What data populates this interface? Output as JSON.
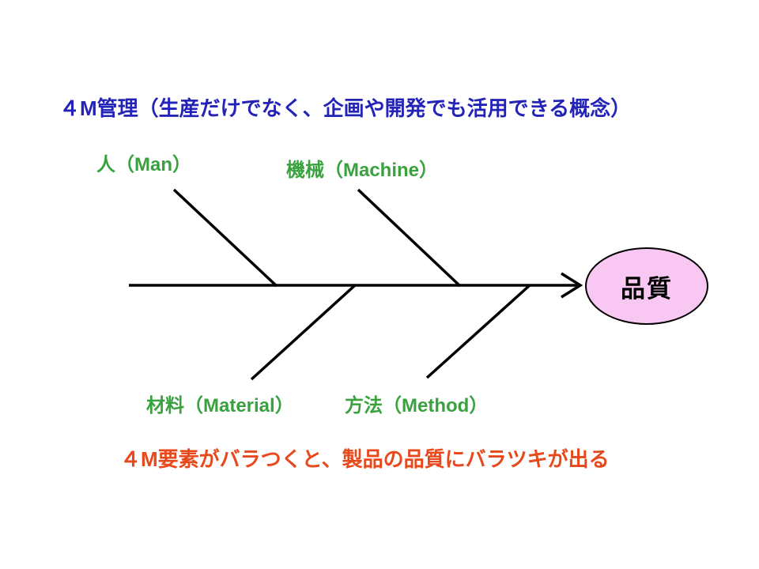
{
  "diagram": {
    "type": "fishbone",
    "title": "４M管理（生産だけでなく、企画や開発でも活用できる概念）",
    "effect": "品質",
    "categories": [
      {
        "id": "man",
        "label": "人（Man）",
        "position": "top-left"
      },
      {
        "id": "machine",
        "label": "機械（Machine）",
        "position": "top-right"
      },
      {
        "id": "material",
        "label": "材料（Material）",
        "position": "bottom-left"
      },
      {
        "id": "method",
        "label": "方法（Method）",
        "position": "bottom-right"
      }
    ],
    "caption": "４M要素がバラつくと、製品の品質にバラツキが出る"
  },
  "colors": {
    "title_text": "#2323b8",
    "category_text": "#39a23e",
    "caption_text": "#e8491c",
    "line": "#000000",
    "effect_fill": "#f9c8f2",
    "effect_text": "#000000",
    "background": "#ffffff"
  }
}
